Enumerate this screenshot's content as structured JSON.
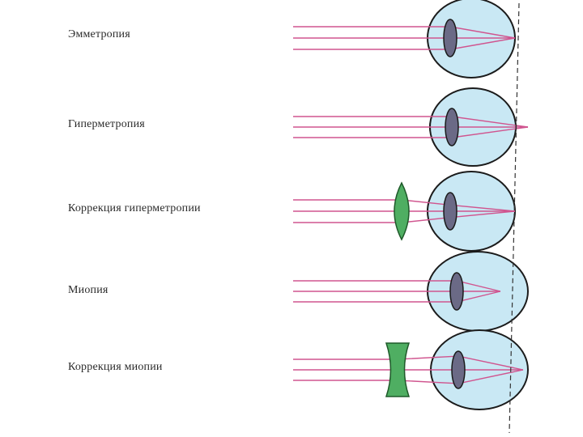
{
  "colors": {
    "ray": "#d0558f",
    "eye_fill": "#c9e8f4",
    "eye_stroke": "#1b1b1b",
    "lens_fill": "#6b6a86",
    "corrective_lens_fill": "#4fae62",
    "corrective_lens_stroke": "#1f5a2a",
    "retina_line": "#333333",
    "label_text": "#2a2a2a"
  },
  "rows": [
    {
      "label": "Эмметропия",
      "condition": "emmetropia",
      "corrective_lens": "none"
    },
    {
      "label": "Гиперметропия",
      "condition": "hyperopia",
      "corrective_lens": "none"
    },
    {
      "label": "Коррекция гиперметропии",
      "condition": "hyperopia",
      "corrective_lens": "convex"
    },
    {
      "label": "Миопия",
      "condition": "myopia",
      "corrective_lens": "none"
    },
    {
      "label": "Коррекция миопии",
      "condition": "myopia",
      "corrective_lens": "concave"
    }
  ]
}
